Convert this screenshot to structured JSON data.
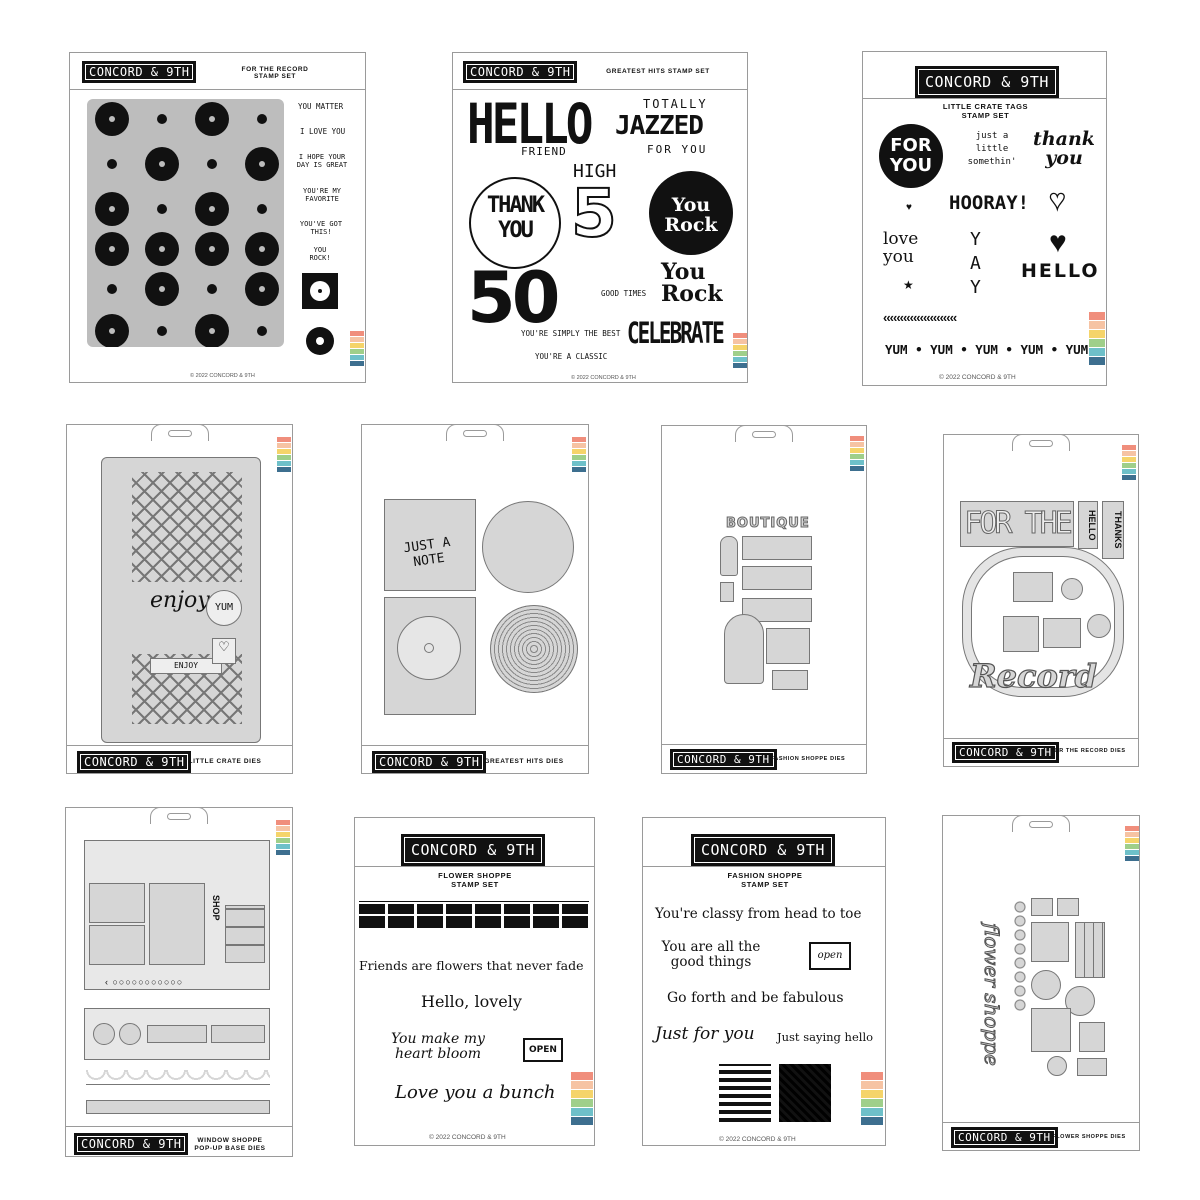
{
  "brand": "CONCORD & 9TH",
  "copyright": "© 2022 CONCORD & 9TH",
  "palette": [
    "#f08e7c",
    "#f6c3a3",
    "#f5d46a",
    "#9fcf8a",
    "#6ec0c9",
    "#3d6f8f"
  ],
  "cards": [
    {
      "id": "for-the-record-stamp",
      "title": "FOR THE RECORD STAMP SET",
      "sentiments": [
        "YOU MATTER",
        "I LOVE YOU",
        "I HOPE YOUR DAY IS GREAT",
        "YOU'RE MY FAVORITE",
        "YOU'VE GOT THIS!",
        "YOU ROCK!"
      ]
    },
    {
      "id": "greatest-hits-stamp",
      "title": "GREATEST HITS STAMP SET",
      "hello": "HELLO",
      "friend": "FRIEND",
      "totally": "TOTALLY",
      "jazzed": "JAZZED",
      "for_you": "FOR YOU",
      "thank": "THANK",
      "you": "YOU",
      "high": "HIGH",
      "five": "5",
      "you_rock_circle": "You Rock",
      "fifty": "50",
      "good_times": "GOOD TIMES",
      "you_rock": "You Rock",
      "simply_best": "YOU'RE SIMPLY THE BEST",
      "classic": "YOU'RE A CLASSIC",
      "celebrate": "CELEBRATE"
    },
    {
      "id": "little-crate-tags",
      "title": "LITTLE CRATE TAGS STAMP SET",
      "for_you": "FOR YOU",
      "just_a_little": "just a little somethin'",
      "thank_you": "thank you",
      "hooray": "HOORAY!",
      "love_you": "love you",
      "yay": "YAY",
      "hello": "HELLO",
      "yum_line": "YUM • YUM • YUM • YUM • YUM"
    },
    {
      "id": "little-crate-dies",
      "title": "LITTLE CRATE DIES",
      "yum": "YUM",
      "enjoy": "ENJOY"
    },
    {
      "id": "greatest-hits-dies",
      "title": "GREATEST HITS DIES",
      "just_a_note": "JUST A NOTE"
    },
    {
      "id": "fashion-shoppe-dies",
      "title": "FASHION SHOPPE DIES",
      "boutique": "BOUTIQUE"
    },
    {
      "id": "for-the-record-dies",
      "title": "FOR THE RECORD DIES",
      "for_the": "FOR THE",
      "record": "Record",
      "hello": "HELLO",
      "thanks": "THANKS"
    },
    {
      "id": "window-shoppe-dies",
      "title": "WINDOW SHOPPE POP-UP BASE DIES",
      "shop": "SHOP"
    },
    {
      "id": "flower-shoppe-stamp",
      "title": "FLOWER SHOPPE STAMP SET",
      "line1": "Friends are flowers that never fade",
      "line2": "Hello, lovely",
      "line3": "You make my heart bloom",
      "open": "OPEN",
      "line4": "Love you a bunch"
    },
    {
      "id": "fashion-shoppe-stamp",
      "title": "FASHION SHOPPE STAMP SET",
      "line1": "You're classy from head to toe",
      "line2": "You are all the good things",
      "open": "open",
      "line3": "Go forth and be fabulous",
      "line4": "Just for you",
      "line5": "Just saying hello"
    },
    {
      "id": "flower-shoppe-dies",
      "title": "FLOWER SHOPPE DIES",
      "flower_shoppe": "flower shoppe"
    }
  ]
}
